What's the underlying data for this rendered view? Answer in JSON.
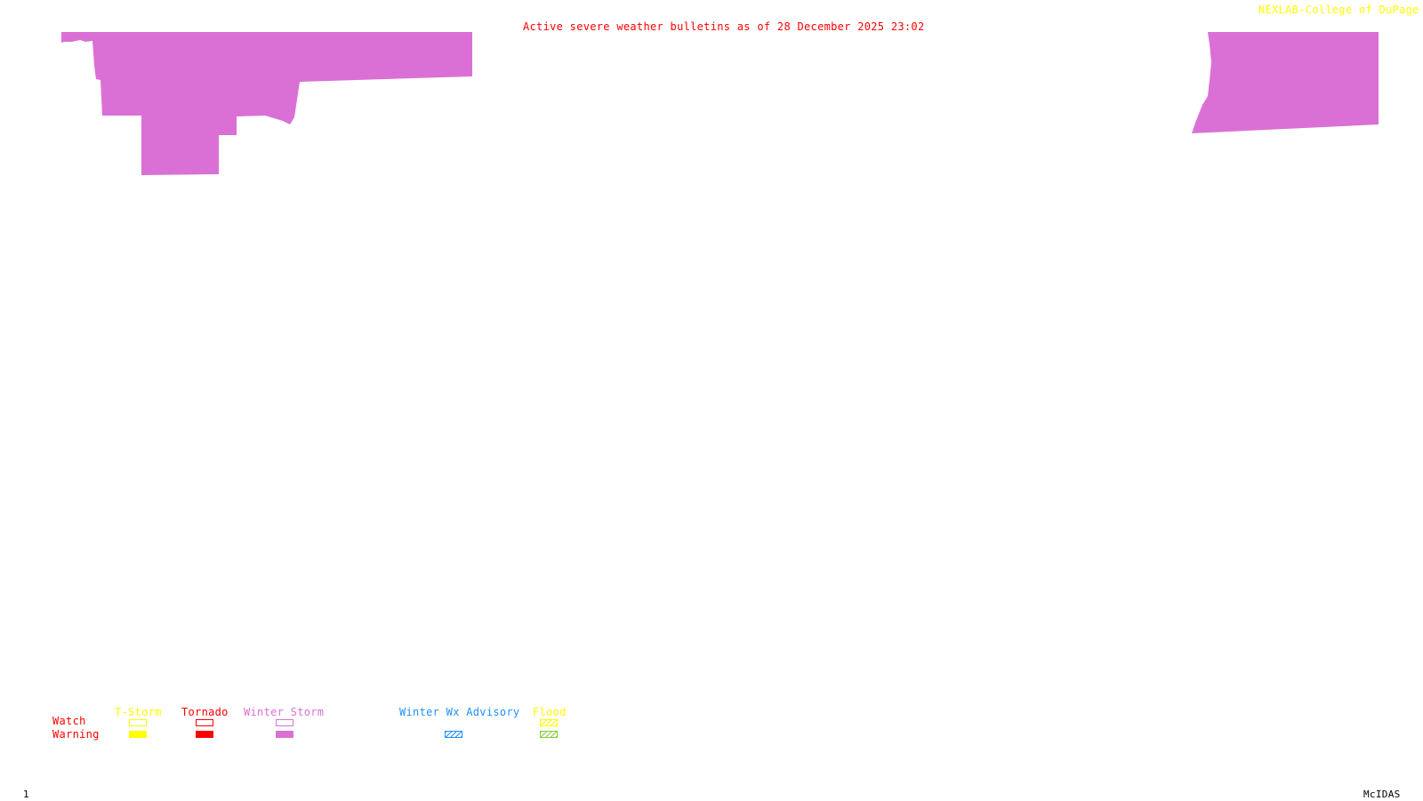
{
  "header": {
    "title": "Active severe weather bulletins as of 28 December 2025 23:02",
    "credit": "NEXLAB-College of DuPage",
    "credit_icon": "cursor-arrow-icon"
  },
  "footer": {
    "frame_number": "1",
    "software": "McIDAS"
  },
  "colors": {
    "title": "#ff0000",
    "credit": "#ffff00",
    "winter_storm": "#da70d6",
    "tornado": "#ff0000",
    "tstorm": "#ffff00",
    "winter_wx_advisory": "#1e90ff",
    "flood_watch": "#ffff00",
    "flood_warning": "#7fd13b",
    "footer_text": "#000000"
  },
  "map": {
    "alert_areas": [
      {
        "type": "Winter Storm Warning",
        "region": "northwest"
      },
      {
        "type": "Winter Storm Warning",
        "region": "northeast"
      }
    ]
  },
  "legend": {
    "row_labels": {
      "watch": "Watch",
      "warning": "Warning"
    },
    "categories": [
      {
        "label": "T-Storm",
        "watch": "outline",
        "warning": "solid"
      },
      {
        "label": "Tornado",
        "watch": "outline",
        "warning": "solid"
      },
      {
        "label": "Winter Storm",
        "watch": "outline",
        "warning": "solid"
      },
      {
        "label": "Winter Wx Advisory",
        "watch": "none",
        "warning": "hatched"
      },
      {
        "label": "Flood",
        "watch": "hatched",
        "warning": "hatched"
      }
    ]
  }
}
